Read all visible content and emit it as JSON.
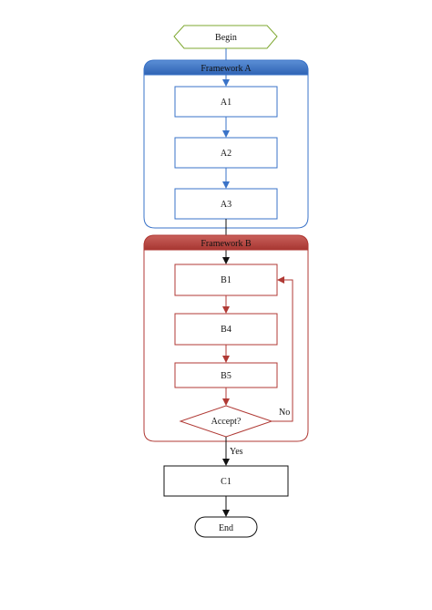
{
  "start": {
    "label": "Begin"
  },
  "framework_a": {
    "title": "Framework A",
    "color": "#3a73c8",
    "steps": [
      "A1",
      "A2",
      "A3"
    ]
  },
  "framework_b": {
    "title": "Framework B",
    "color": "#b03a35",
    "steps": [
      "B1",
      "B4",
      "B5"
    ],
    "decision": "Accept?",
    "no_label": "No"
  },
  "after": {
    "yes_label": "Yes",
    "step": "C1",
    "end": "End"
  },
  "colors": {
    "start_border": "#7fa832",
    "framework_a": "#3a73c8",
    "framework_b": "#b03a35",
    "neutral": "#111111"
  }
}
